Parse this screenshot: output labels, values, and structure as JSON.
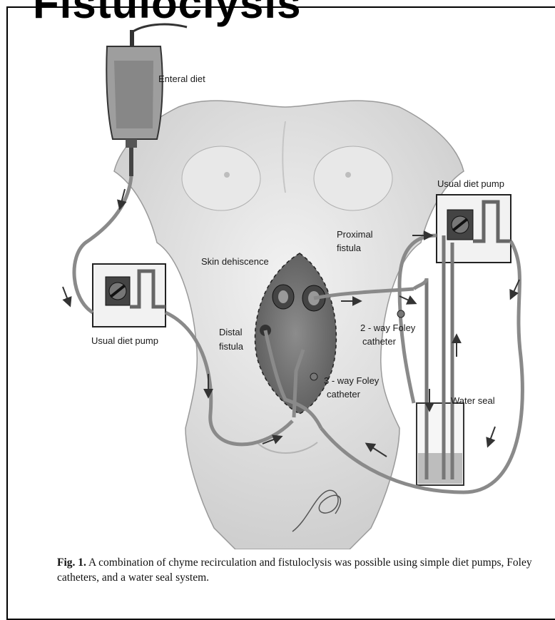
{
  "page": {
    "title": "Fistuloclysis"
  },
  "figure": {
    "labels": {
      "enteral_diet": "Enteral diet",
      "usual_pump_left": "Usual diet pump",
      "usual_pump_right": "Usual diet pump",
      "skin_dehiscence": "Skin dehiscence",
      "proximal_fistula_1": "Proximal",
      "proximal_fistula_2": "fistula",
      "distal_fistula_1": "Distal",
      "distal_fistula_2": "fistula",
      "foley_2way_1": "2 - way Foley",
      "foley_2way_2": "catheter",
      "foley_3way_1": "3 - way Foley",
      "foley_3way_2": "catheter",
      "water_seal": "Water seal"
    }
  },
  "caption": {
    "label": "Fig. 1.",
    "text": "A combination of chyme recirculation and fistuloclysis was possible using simple diet pumps, Foley catheters, and a water seal system."
  }
}
